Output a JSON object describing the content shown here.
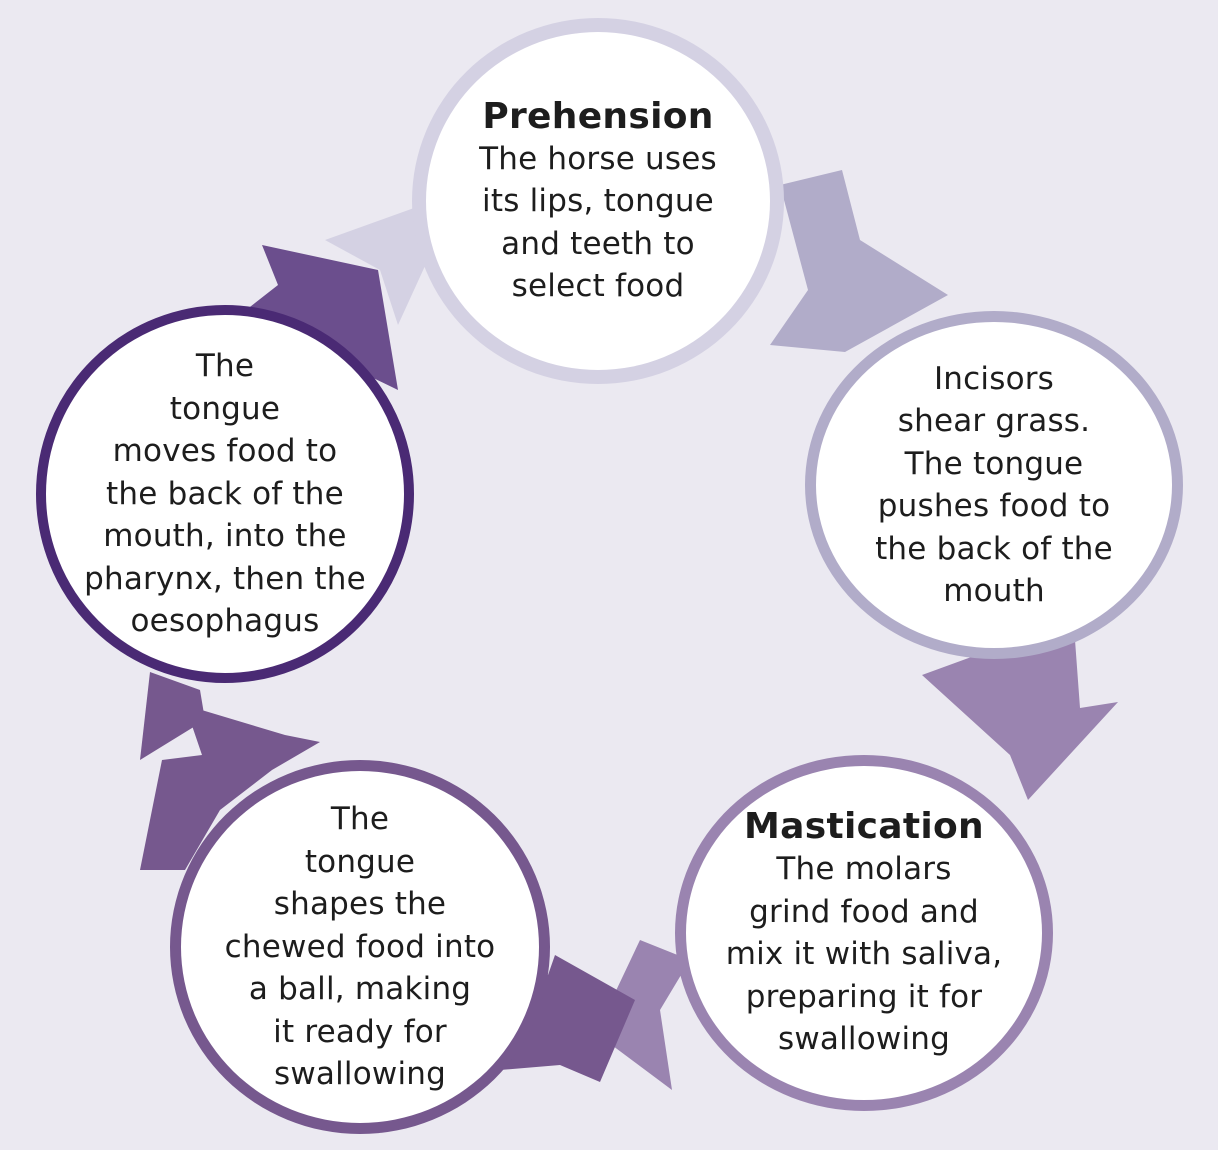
{
  "diagram": {
    "nodes": [
      {
        "title": "Prehension",
        "text": "The horse uses\nits lips, tongue\nand teeth to\nselect food",
        "color": "#d4d1e3"
      },
      {
        "title": "",
        "text": "Incisors\nshear grass.\nThe tongue\npushes food to\nthe back of the\nmouth",
        "color": "#b1acc9"
      },
      {
        "title": "Mastication",
        "text": "The molars\ngrind food and\nmix it with saliva,\npreparing it for\nswallowing",
        "color": "#9a84b0"
      },
      {
        "title": "",
        "text": "The\ntongue\nshapes the\nchewed food into\na ball, making\nit ready for\nswallowing",
        "color": "#76588e"
      },
      {
        "title": "",
        "text": "The\ntongue\nmoves food to\nthe back of the\nmouth, into the\npharynx, then the\noesophagus",
        "color": "#4a2a74"
      }
    ],
    "arrow_colors": [
      "#d4d1e3",
      "#b1acc9",
      "#9a84b0",
      "#76588e",
      "#6b4e8d"
    ]
  }
}
